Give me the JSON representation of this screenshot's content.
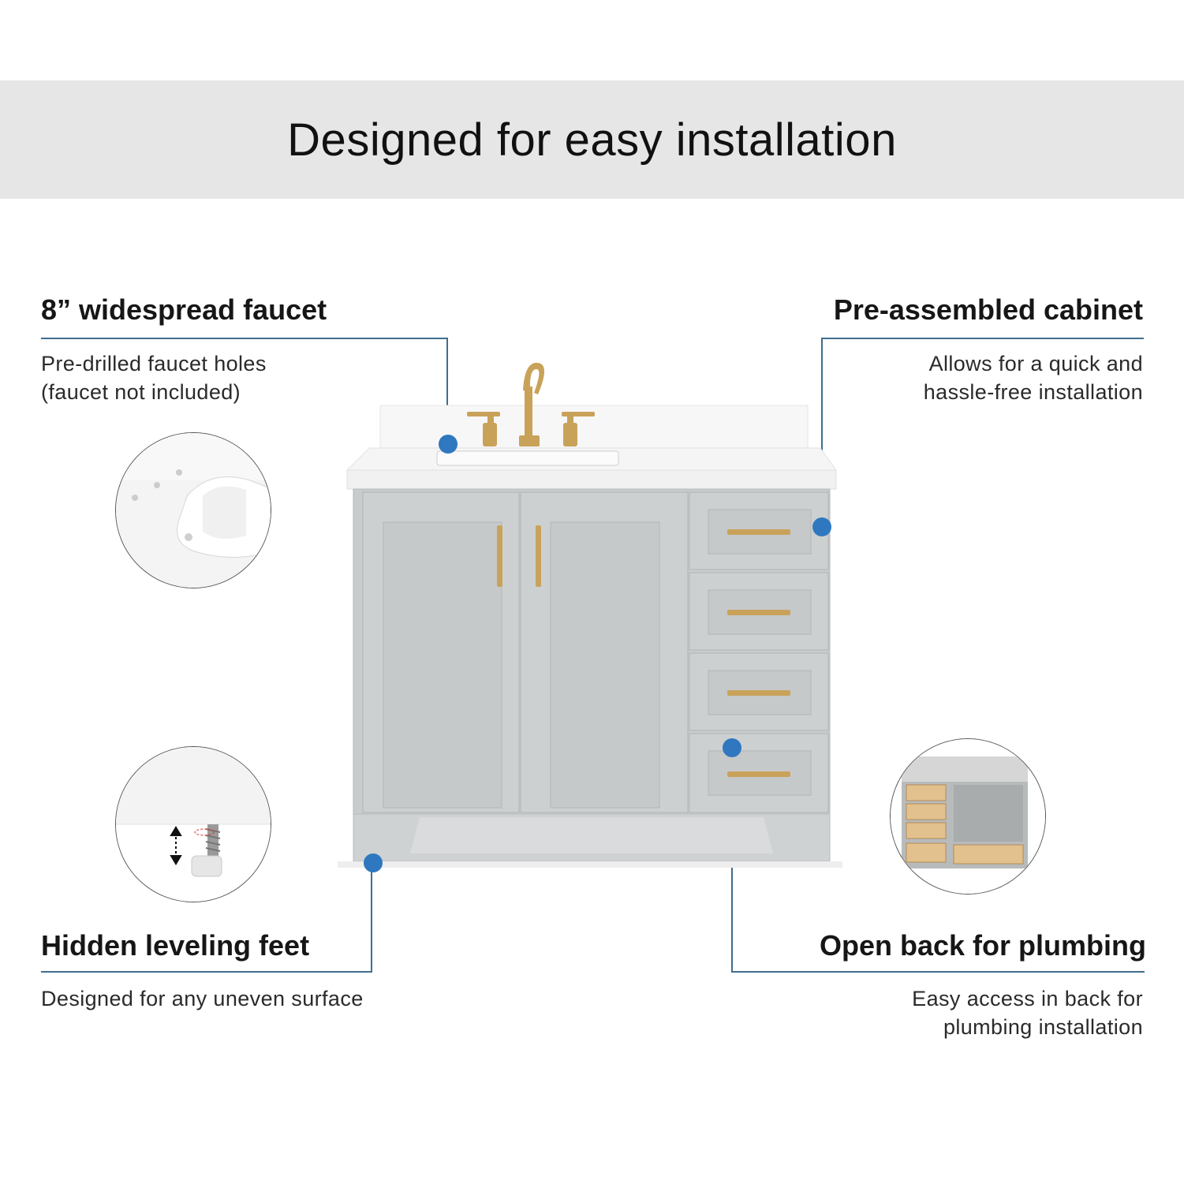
{
  "banner": {
    "title": "Designed for easy installation"
  },
  "features": {
    "faucet": {
      "title": "8” widespread faucet",
      "desc_line1": "Pre-drilled faucet holes",
      "desc_line2": "(faucet not included)"
    },
    "cabinet": {
      "title": "Pre-assembled cabinet",
      "desc_line1": "Allows for  a quick and",
      "desc_line2": "hassle-free installation"
    },
    "feet": {
      "title": "Hidden leveling feet",
      "desc_line1": "Designed for any uneven surface"
    },
    "plumbing": {
      "title": "Open back for plumbing",
      "desc_line1": "Easy access in back for",
      "desc_line2": "plumbing installation"
    }
  },
  "colors": {
    "banner_bg": "#e6e6e6",
    "callout_line": "#3f6e8e",
    "callout_dot": "#2f78c0",
    "cabinet_gray": "#c9cccd",
    "hardware_gold": "#c9a25a",
    "countertop": "#f4f4f4"
  }
}
